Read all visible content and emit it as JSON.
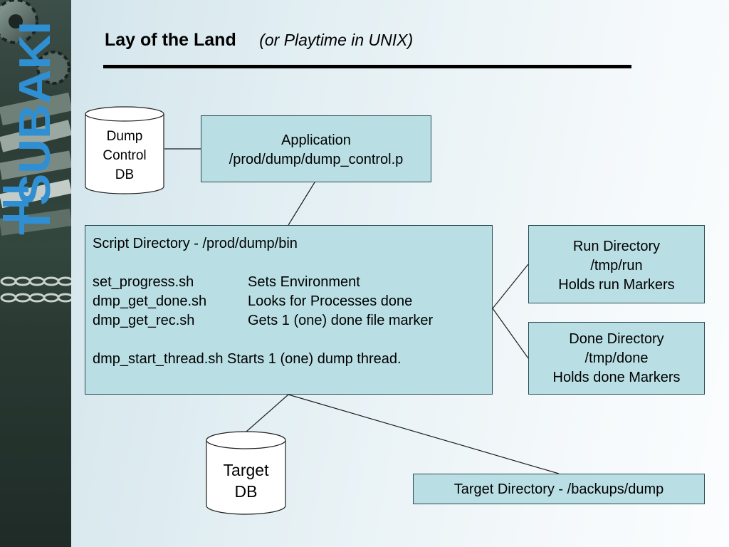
{
  "slide": {
    "title": "Lay of the Land",
    "subtitle": "(or Playtime in UNIX)"
  },
  "brand": {
    "logo_text": "TSUBAKI",
    "colors": {
      "logo": "#2f8fd2",
      "sidebar": "#2c3d36"
    }
  },
  "nodes": {
    "dump_control_db": {
      "line1": "Dump",
      "line2": "Control",
      "line3": "DB"
    },
    "application": {
      "line1": "Application",
      "line2": "/prod/dump/dump_control.p"
    },
    "script_directory": {
      "heading": "Script Directory -  /prod/dump/bin",
      "rows": [
        {
          "name": "set_progress.sh",
          "desc": "Sets Environment"
        },
        {
          "name": "dmp_get_done.sh",
          "desc": "Looks for Processes done"
        },
        {
          "name": "dmp_get_rec.sh",
          "desc": "Gets 1 (one) done file marker"
        }
      ],
      "footer": "dmp_start_thread.sh Starts 1 (one) dump thread."
    },
    "run_directory": {
      "line1": "Run Directory",
      "line2": "/tmp/run",
      "line3": "Holds run Markers"
    },
    "done_directory": {
      "line1": "Done Directory",
      "line2": "/tmp/done",
      "line3": "Holds done Markers"
    },
    "target_db": {
      "line1": "Target",
      "line2": "DB"
    },
    "target_directory": {
      "label": "Target Directory - /backups/dump"
    }
  },
  "colors": {
    "box_fill": "#b9dfe5",
    "cylinder_fill": "#ffffff",
    "line": "#1f1f1f"
  }
}
